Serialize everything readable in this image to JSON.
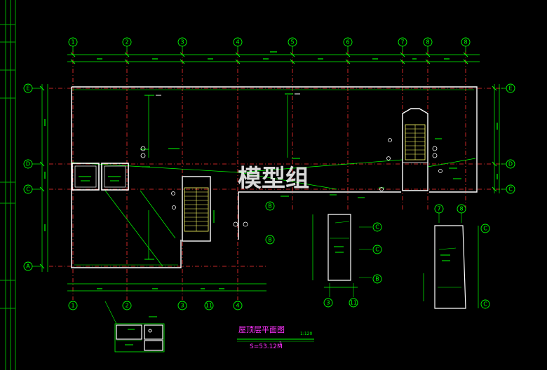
{
  "axes_x_top": [
    "1",
    "2",
    "3",
    "4",
    "5",
    "6",
    "7",
    "8",
    "8"
  ],
  "axes_x_bottom": [
    "1",
    "2",
    "3",
    "11",
    "4"
  ],
  "axes_y_left": [
    "E",
    "D",
    "C",
    "A"
  ],
  "axes_y_right": [
    "E",
    "D",
    "C"
  ],
  "callout_labels": [
    "B",
    "B"
  ],
  "detail1_axes": [
    "3",
    "11",
    "C",
    "C",
    "B"
  ],
  "detail2_axes": [
    "7",
    "8",
    "C",
    "C"
  ],
  "title": {
    "name": "屋顶层平面图",
    "scale": "1:120",
    "area": "S=53.12M",
    "area_sup": "2"
  },
  "watermark": "模型组",
  "colors": {
    "bg": "#000000",
    "wall": "#ffffff",
    "dim": "#00ff00",
    "axis": "#ff3333",
    "stair": "#ffff66",
    "title": "#ff33ff",
    "frame": "#00aa00",
    "watermark": "#ffffff"
  }
}
